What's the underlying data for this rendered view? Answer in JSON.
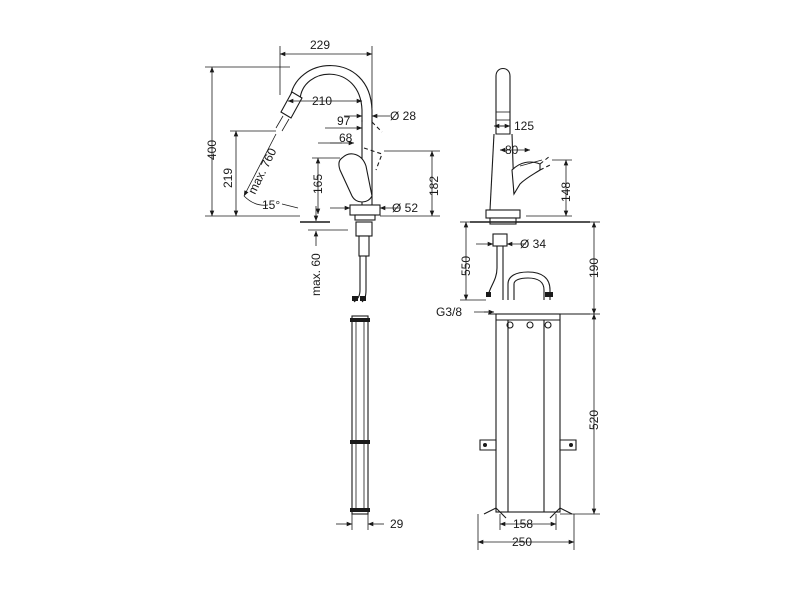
{
  "diagram": {
    "dimensions": {
      "width_229": "229",
      "reach_210": "210",
      "spout_dia_28": "Ø 28",
      "offset_97": "97",
      "offset_68": "68",
      "height_400": "400",
      "height_219": "219",
      "max_760": "max. 760",
      "angle_15": "15°",
      "height_165": "165",
      "height_182": "182",
      "base_dia_52": "Ø 52",
      "max_60": "max. 60",
      "width_29": "29",
      "depth_125": "125",
      "depth_80": "80",
      "height_148": "148",
      "hole_dia_34": "Ø 34",
      "length_550": "550",
      "length_190": "190",
      "thread_g38": "G3/8",
      "height_520": "520",
      "width_158": "158",
      "width_250": "250"
    }
  }
}
